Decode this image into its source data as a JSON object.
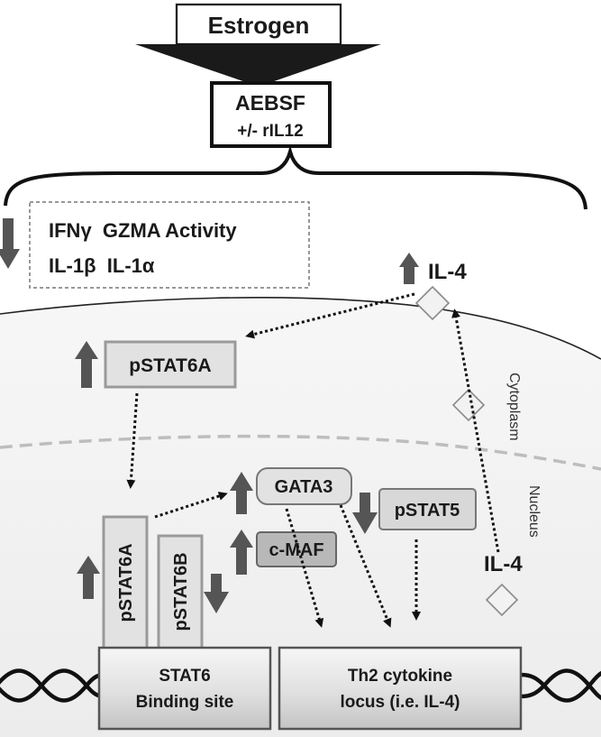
{
  "top": {
    "trigger": "Estrogen",
    "drug_line1": "AEBSF",
    "drug_line2": "+/- rIL12"
  },
  "down_panel": {
    "row1": "IFNγ  GZMA Activity",
    "row2": "IL-1β  IL-1α"
  },
  "compartments": {
    "cytoplasm": "Cytoplasm",
    "nucleus": "Nucleus"
  },
  "proteins": {
    "il4_extracellular": "IL-4",
    "il4_nuclear": "IL-4",
    "pstat6a_cyto": "pSTAT6A",
    "gata3": "GATA3",
    "cmaf": "c-MAF",
    "pstat5": "pSTAT5",
    "pstat6a_bound": "pSTAT6A",
    "pstat6b_bound": "pSTAT6B"
  },
  "dna": {
    "site1_line1": "STAT6",
    "site1_line2": "Binding site",
    "site2_line1": "Th2 cytokine",
    "site2_line2": "locus (i.e. IL-4)"
  },
  "colors": {
    "arrow": "#555555",
    "box_fill": "#e2e2e2",
    "box_stroke": "#9a9a9a",
    "dark_box": "#b8b8b8",
    "cell_fill": "#f3f3f3"
  }
}
